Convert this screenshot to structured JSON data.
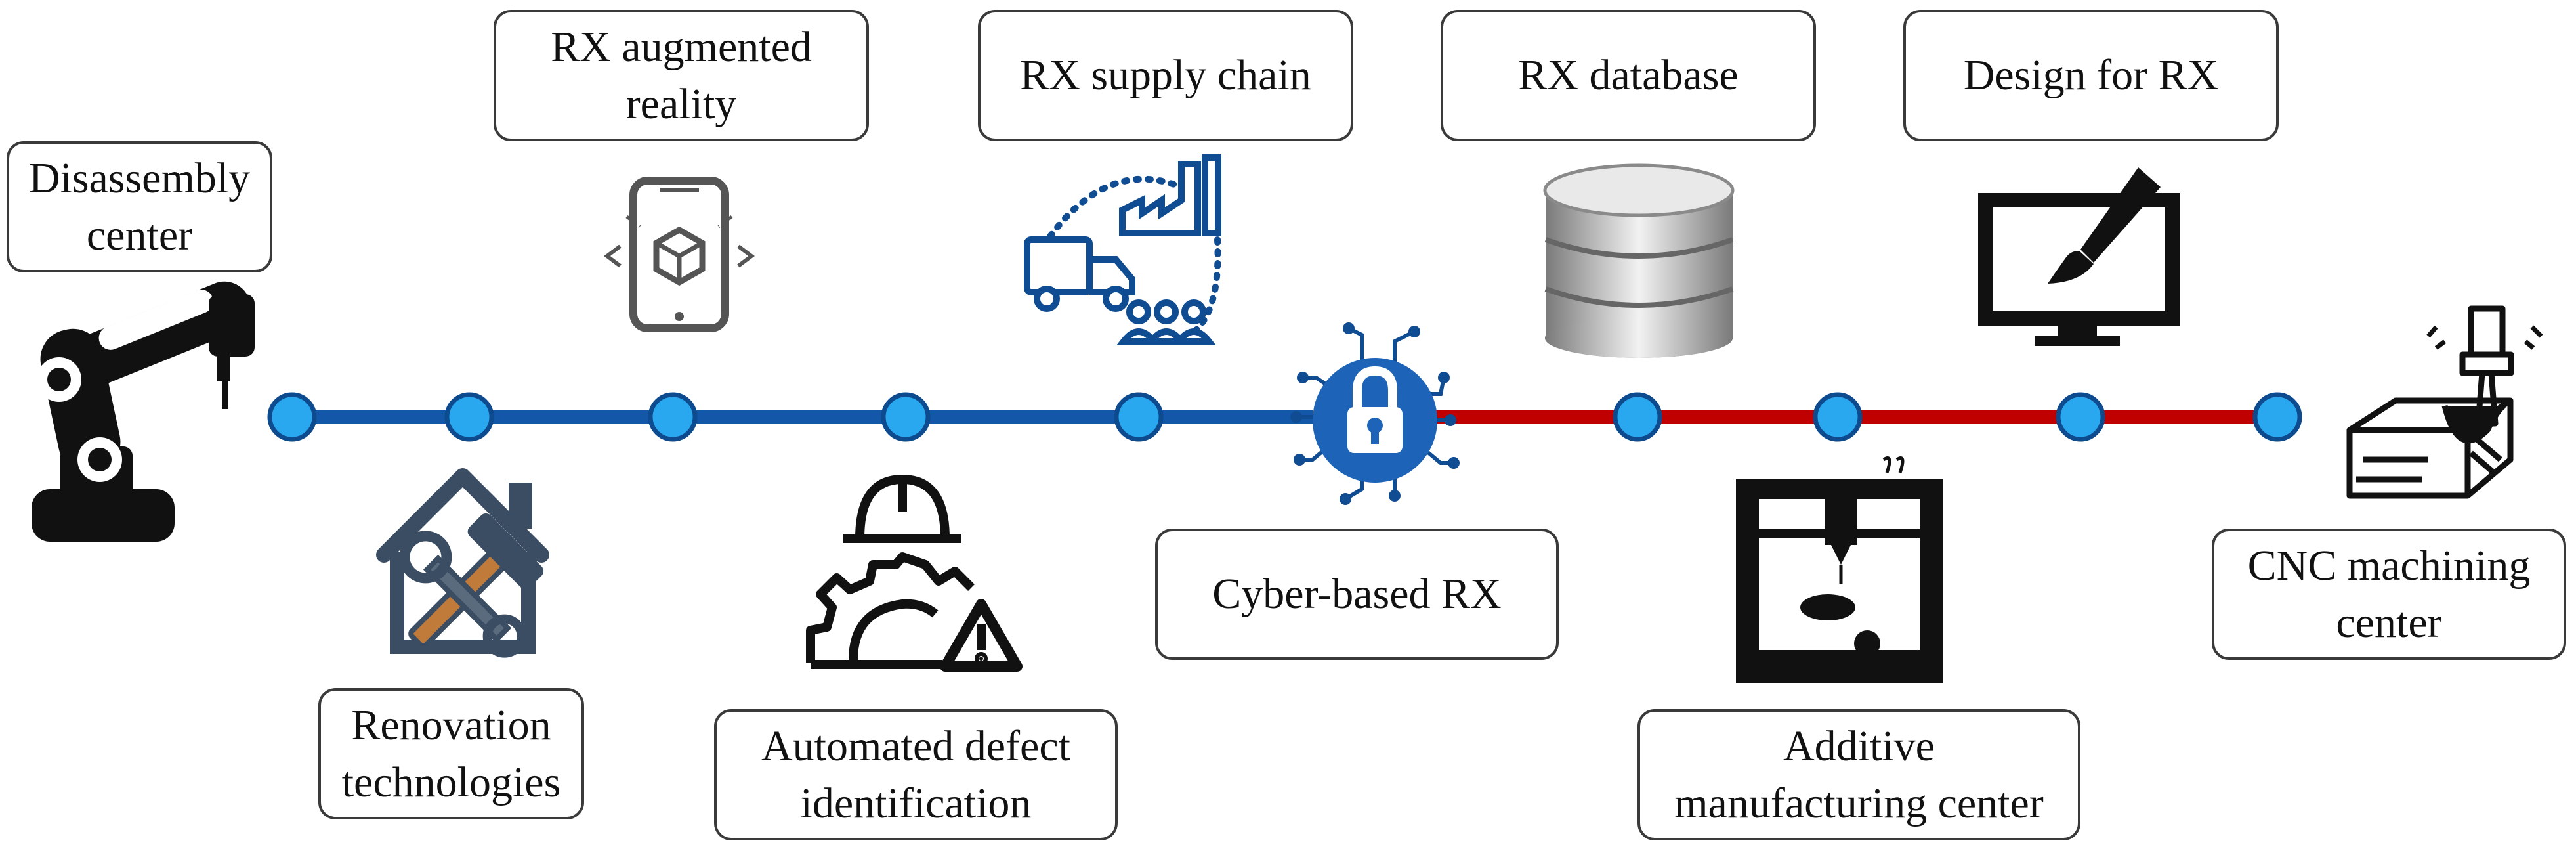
{
  "colors": {
    "blue_line": "#1257a8",
    "red_line": "#c00000",
    "node_fill": "#29a8f0",
    "node_stroke": "#0d4a8e",
    "icon_dark": "#111111",
    "icon_blue": "#0f4c92"
  },
  "timeline": {
    "before": {
      "label": "Disassembly center",
      "line1": "Disassembly",
      "line2": "center",
      "icon": "robot-arm-icon"
    },
    "nodes_blue": [
      {
        "label": "Renovation technologies",
        "line1": "Renovation",
        "line2": "technologies",
        "icon": "house-tools-icon"
      },
      {
        "label": "RX augmented reality",
        "line1": "RX augmented",
        "line2": "reality",
        "icon": "ar-phone-icon"
      },
      {
        "label": "Automated defect identification",
        "line1": "Automated defect",
        "line2": "identification",
        "icon": "helmet-gear-warning-icon"
      },
      {
        "label": "RX supply chain",
        "line1": "RX supply chain",
        "icon": "supply-chain-icon"
      }
    ],
    "center": {
      "label": "Cyber-based RX",
      "line1": "Cyber-based RX",
      "icon": "cyber-lock-icon"
    },
    "nodes_red": [
      {
        "label": "RX database",
        "line1": "RX database",
        "icon": "database-icon"
      },
      {
        "label": "Additive manufacturing center",
        "line1": "Additive",
        "line2": "manufacturing center",
        "icon": "3d-printer-icon"
      },
      {
        "label": "Design for RX",
        "line1": "Design for RX",
        "icon": "design-monitor-icon"
      }
    ],
    "after": {
      "label": "CNC machining center",
      "line1": "CNC machining",
      "line2": "center",
      "icon": "cnc-mill-icon"
    }
  }
}
